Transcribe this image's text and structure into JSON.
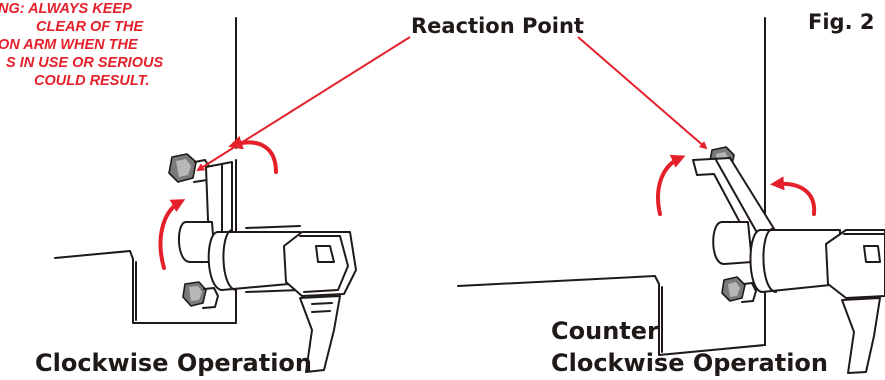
{
  "figure_label": "Fig. 2",
  "reaction_label": "Reaction Point",
  "warning_lines": [
    "NG: ALWAYS KEEP",
    "CLEAR OF THE",
    "ON ARM WHEN THE",
    "S IN USE OR SERIOUS",
    "COULD RESULT."
  ],
  "left_caption": "Clockwise Operation",
  "right_caption_line1": "Counter",
  "right_caption_line2": "Clockwise Operation",
  "colors": {
    "warning_text": "#e4212b",
    "arrows": "#e4212b",
    "outline": "#1f1a17"
  }
}
